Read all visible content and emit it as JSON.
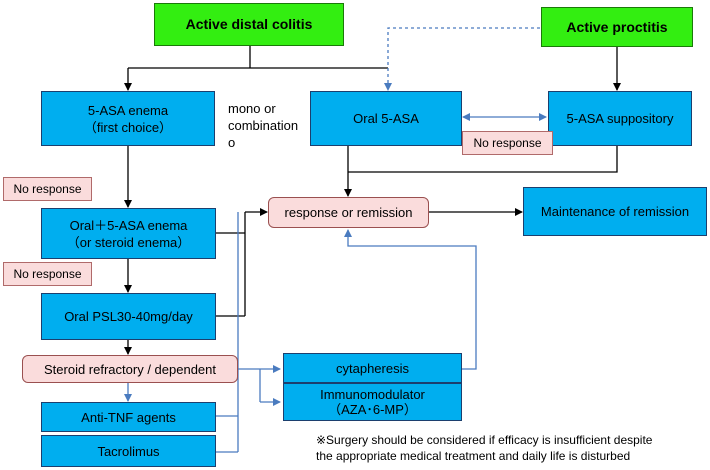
{
  "nodes": {
    "active_distal_colitis": "Active distal colitis",
    "active_proctitis": "Active proctitis",
    "asa_enema_line1": "5-ASA enema",
    "asa_enema_line2": "（first choice）",
    "mono_combination_line1": "mono or",
    "mono_combination_line2": "combination",
    "mono_combination_line3": "o",
    "oral_5asa": "Oral 5-ASA",
    "asa_suppository": "5-ASA suppository",
    "oral_asa_enema_line1": "Oral＋5-ASA enema",
    "oral_asa_enema_line2": "（or steroid enema）",
    "response_or_remission": "response or remission",
    "maintenance_of_remission": "Maintenance of remission",
    "oral_psl": "Oral PSL30-40mg/day",
    "steroid_refractory": "Steroid refractory / dependent",
    "cytapheresis": "cytapheresis",
    "immunomodulator_line1": "Immunomodulator",
    "immunomodulator_line2": "（AZA･6-MP）",
    "anti_tnf": "Anti-TNF agents",
    "tacrolimus": "Tacrolimus"
  },
  "tags": {
    "no_response_1": "No response",
    "no_response_2": "No response",
    "no_response_3": "No response"
  },
  "footnote": {
    "line1": "※Surgery should be considered if efficacy is insufficient despite",
    "line2": "the appropriate medical treatment and daily life is disturbed"
  },
  "colors": {
    "green_box": "#33ee11",
    "blue_box": "#00aeef",
    "pink_box": "#fadcdc",
    "black_arrow": "#000000",
    "blue_arrow": "#4a7bbf"
  }
}
